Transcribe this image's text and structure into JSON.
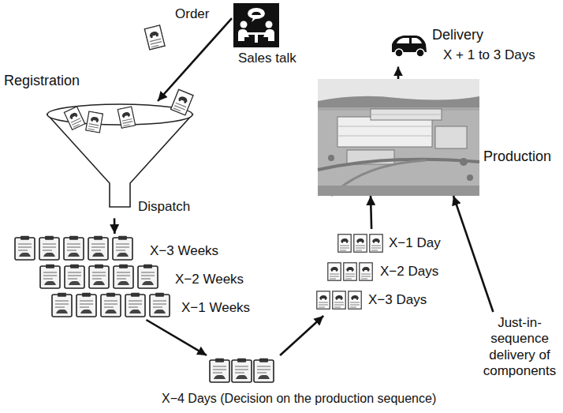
{
  "diagram": {
    "nodes": [
      {
        "text": [
          "Sales talk"
        ]
      },
      {
        "text": [
          "Registration",
          "Dispatch"
        ]
      },
      {
        "text": [
          "X−3 Weeks",
          "X−2 Weeks",
          "X−1 Weeks"
        ]
      },
      {
        "text": [
          "X−4 Days (Decision on the production sequence)"
        ]
      },
      {
        "text": [
          "X−1 Day",
          "X−2 Days",
          "X−3 Days"
        ]
      },
      {
        "text": [
          "Production"
        ]
      },
      {
        "text": [
          "Delivery",
          "X + 1 to 3 Days"
        ]
      },
      {
        "text": [
          "Just-in-sequence delivery of components"
        ]
      }
    ],
    "edges": [
      {
        "from": 0,
        "to": 1,
        "arrow": "to",
        "label": "Order"
      },
      {
        "from": 1,
        "to": 2,
        "arrow": "to"
      },
      {
        "from": 2,
        "to": 3,
        "arrow": "to"
      },
      {
        "from": 3,
        "to": 4,
        "arrow": "to"
      },
      {
        "from": 4,
        "to": 5,
        "arrow": "to"
      },
      {
        "from": 7,
        "to": 5,
        "arrow": "to"
      },
      {
        "from": 5,
        "to": 6,
        "arrow": "to"
      }
    ]
  }
}
